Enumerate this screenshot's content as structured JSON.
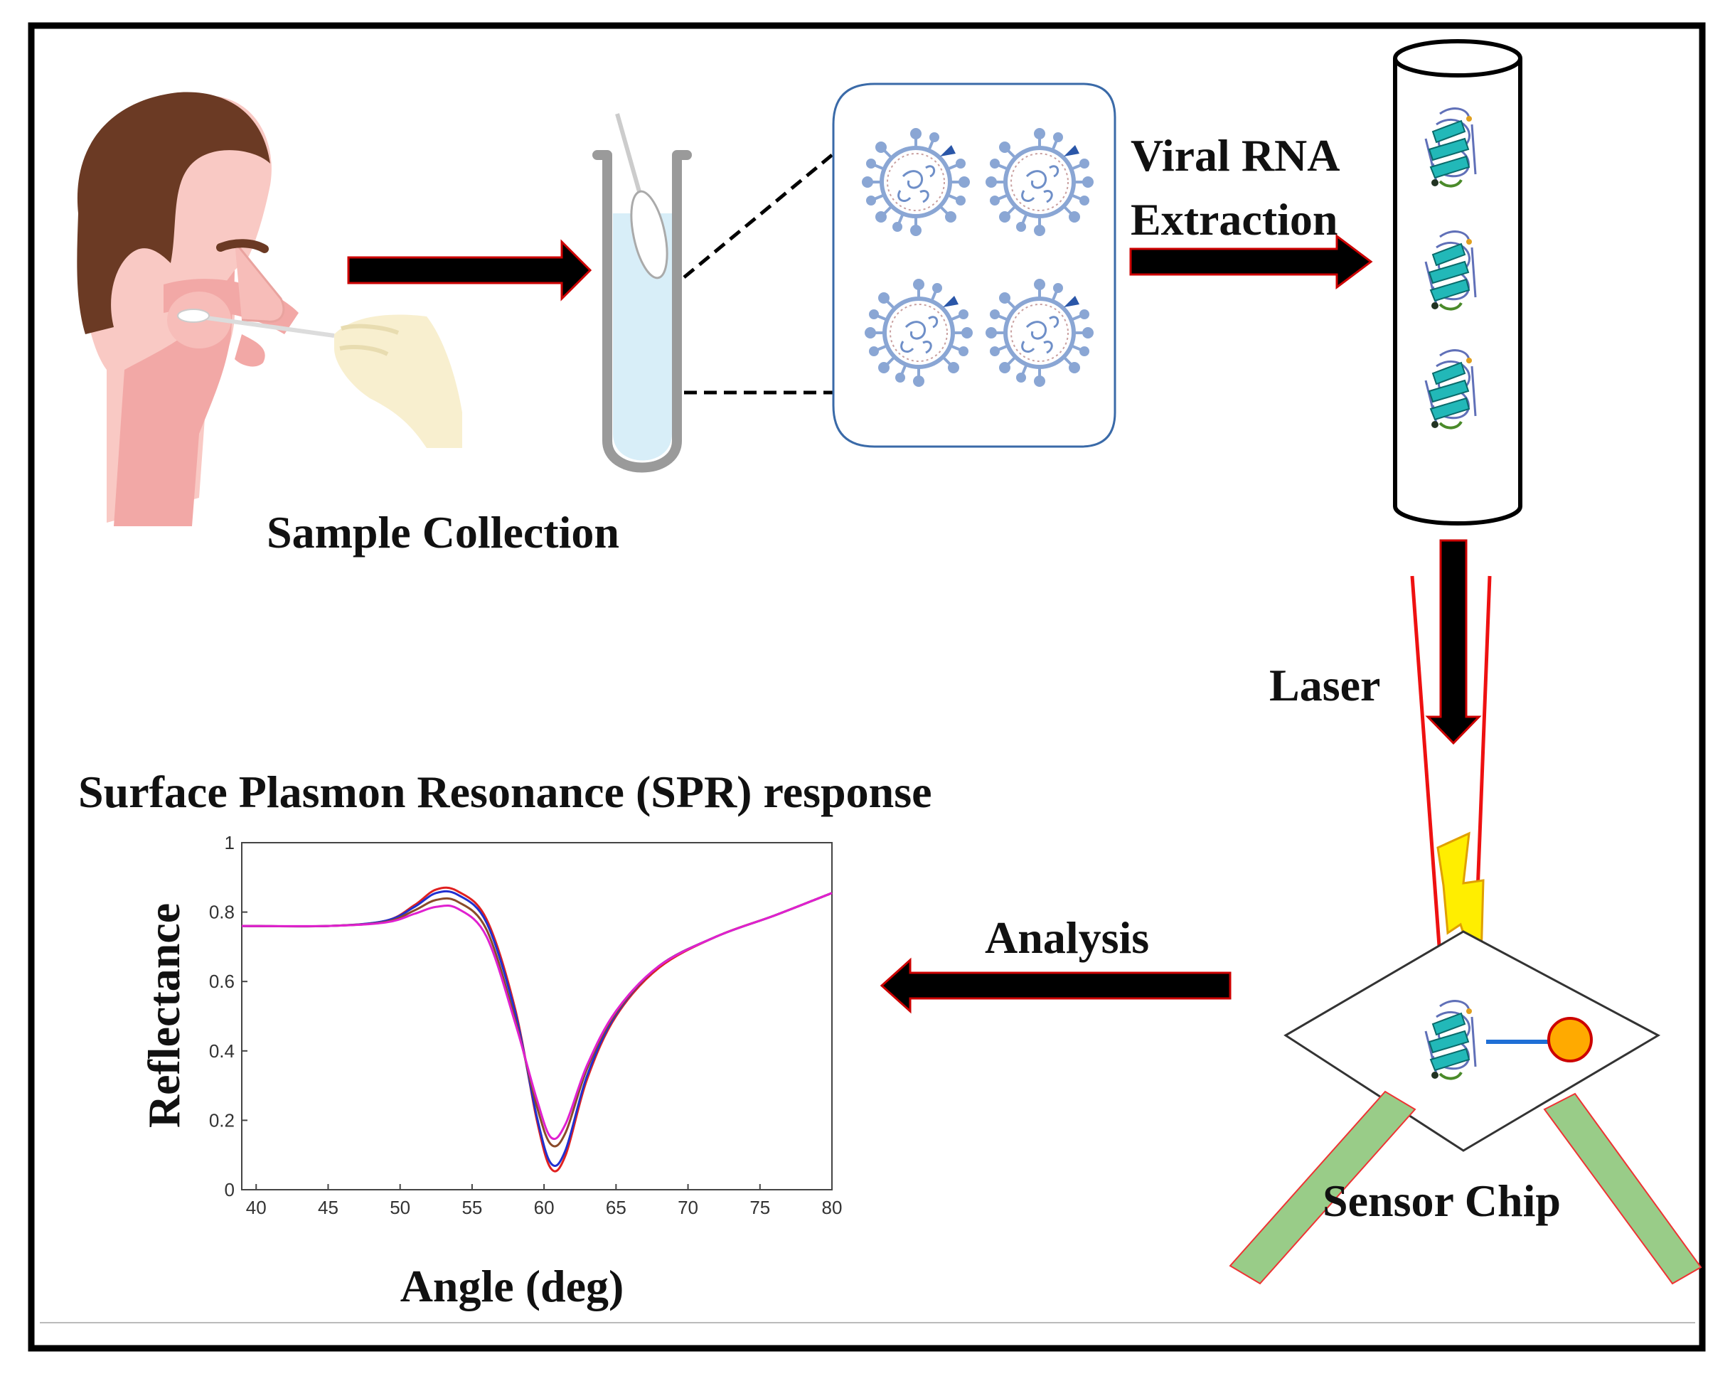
{
  "labels": {
    "sample_collection": "Sample Collection",
    "viral_rna_line1": "Viral RNA",
    "viral_rna_line2": "Extraction",
    "laser": "Laser",
    "analysis": "Analysis",
    "sensor_chip": "Sensor Chip",
    "spr_title": "Surface Plasmon Resonance (SPR) response"
  },
  "colors": {
    "arrow": "#000000",
    "arrow_outline": "#cc0000",
    "skin": "#f9c9c4",
    "hair": "#6b3a24",
    "glove": "#f8efcf",
    "tube_liquid": "#d8eef8",
    "virus": "#8aa6d4",
    "laser": "#ee1111",
    "bolt": "#ffee00",
    "prism_leg": "#99cc88",
    "target_ball": "#ffaa00",
    "linker": "#1f6fd6",
    "protein": "#22b8b8"
  },
  "chart_data": {
    "type": "line",
    "title": "",
    "xlabel": "Angle (deg)",
    "ylabel": "Reflectance",
    "xlim": [
      39,
      80
    ],
    "ylim": [
      0,
      1
    ],
    "xticks": [
      "40",
      "45",
      "50",
      "55",
      "60",
      "65",
      "70",
      "75",
      "80"
    ],
    "yticks": [
      "0",
      "0.2",
      "0.4",
      "0.6",
      "0.8",
      "1"
    ],
    "series": [
      {
        "color": "#e02020",
        "x": [
          39,
          45,
          49,
          51,
          52.5,
          54,
          56,
          58,
          59.5,
          60.5,
          61.5,
          63,
          65,
          68,
          72,
          76,
          80
        ],
        "y": [
          0.76,
          0.76,
          0.775,
          0.82,
          0.865,
          0.86,
          0.78,
          0.52,
          0.2,
          0.06,
          0.1,
          0.32,
          0.5,
          0.64,
          0.73,
          0.79,
          0.855
        ]
      },
      {
        "color": "#2030d0",
        "x": [
          39,
          45,
          49,
          51,
          52.5,
          54,
          56,
          58,
          59.5,
          60.5,
          61.5,
          63,
          65,
          68,
          72,
          76,
          80
        ],
        "y": [
          0.76,
          0.76,
          0.775,
          0.815,
          0.855,
          0.85,
          0.77,
          0.51,
          0.21,
          0.075,
          0.115,
          0.33,
          0.505,
          0.645,
          0.73,
          0.79,
          0.855
        ]
      },
      {
        "color": "#8a4a2a",
        "x": [
          39,
          45,
          49,
          51,
          52.5,
          54,
          56,
          58,
          59.5,
          60.5,
          61.5,
          63,
          65,
          68,
          72,
          76,
          80
        ],
        "y": [
          0.76,
          0.76,
          0.772,
          0.805,
          0.835,
          0.83,
          0.75,
          0.49,
          0.24,
          0.13,
          0.165,
          0.35,
          0.51,
          0.645,
          0.73,
          0.79,
          0.855
        ]
      },
      {
        "color": "#e020d0",
        "x": [
          39,
          45,
          49,
          51,
          52.5,
          54,
          56,
          58,
          59.5,
          60.5,
          61.5,
          63,
          65,
          68,
          72,
          76,
          80
        ],
        "y": [
          0.76,
          0.76,
          0.77,
          0.795,
          0.815,
          0.81,
          0.73,
          0.48,
          0.26,
          0.15,
          0.19,
          0.36,
          0.515,
          0.645,
          0.73,
          0.79,
          0.855
        ]
      }
    ]
  }
}
